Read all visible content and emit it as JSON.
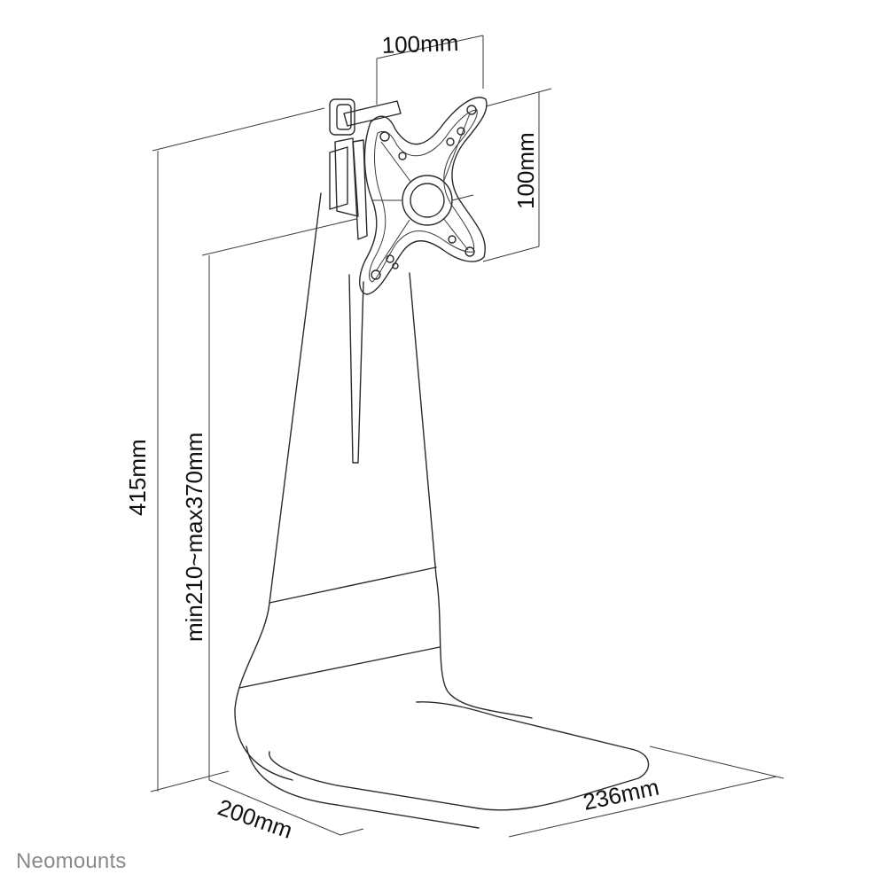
{
  "dimensions": {
    "vesa_width": "100mm",
    "vesa_height": "100mm",
    "total_height": "415mm",
    "height_range": "min210~max370mm",
    "base_depth": "200mm",
    "base_width": "236mm"
  },
  "brand": {
    "name": "Neomounts"
  }
}
